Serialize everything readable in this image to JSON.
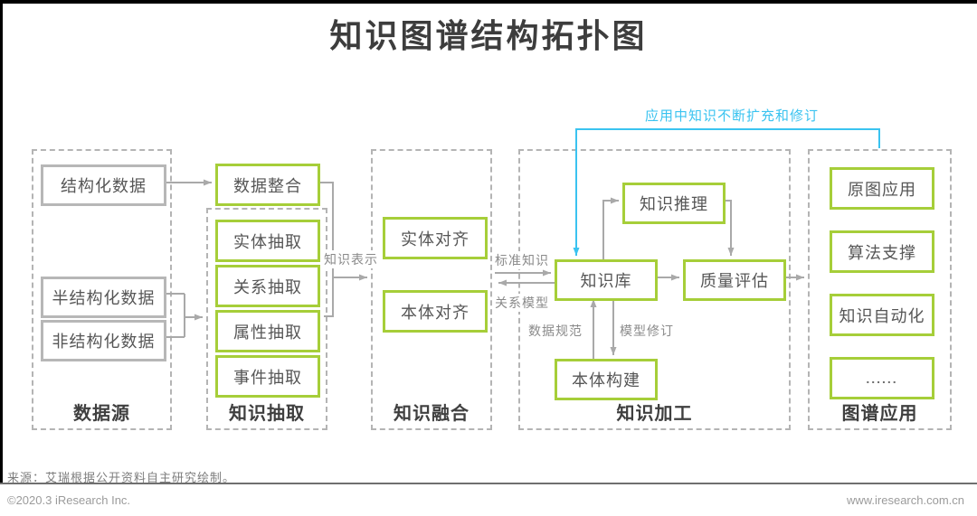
{
  "title": "知识图谱结构拓扑图",
  "sections": {
    "data_source": {
      "label": "数据源",
      "boxes": [
        "结构化数据",
        "半结构化数据",
        "非结构化数据"
      ]
    },
    "extraction": {
      "label": "知识抽取",
      "integration": "数据整合",
      "boxes": [
        "实体抽取",
        "关系抽取",
        "属性抽取",
        "事件抽取"
      ]
    },
    "fusion": {
      "label": "知识融合",
      "boxes": [
        "实体对齐",
        "本体对齐"
      ]
    },
    "processing": {
      "label": "知识加工",
      "reasoning": "知识推理",
      "knowledge_base": "知识库",
      "quality": "质量评估",
      "ontology": "本体构建"
    },
    "application": {
      "label": "图谱应用",
      "boxes": [
        "原图应用",
        "算法支撑",
        "知识自动化",
        "......"
      ]
    }
  },
  "edge_labels": {
    "representation": "知识表示",
    "standard_knowledge": "标准知识",
    "relation_model": "关系模型",
    "data_specification": "数据规范",
    "model_revision": "模型修订",
    "feedback": "应用中知识不断扩充和修订"
  },
  "colors": {
    "green": "#a6ce39",
    "cyan": "#3ac3f0",
    "gray_border": "#b7b7b7",
    "arrow": "#a9a9a9"
  },
  "footer": {
    "source": "来源：艾瑞根据公开资料自主研究绘制。",
    "copyright": "©2020.3 iResearch Inc.",
    "website": "www.iresearch.com.cn"
  }
}
